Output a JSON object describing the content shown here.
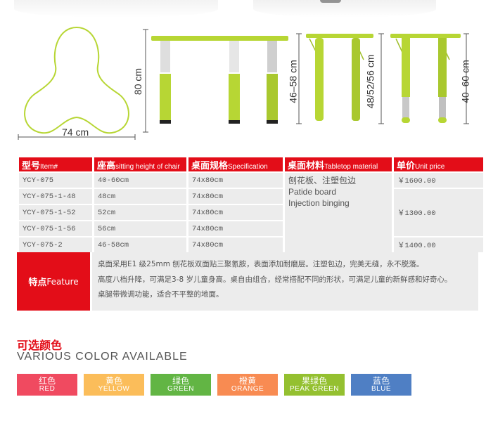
{
  "diagram": {
    "top_view_width": "74 cm",
    "front_view_height": "80 cm",
    "adjustable_height": "46–58 cm",
    "fixed_height": "48/52/56 cm",
    "chrome_leg_height": "40–60 cm",
    "table_color": "#b7d634"
  },
  "table": {
    "headers": [
      {
        "cn": "型号",
        "en": "Item#"
      },
      {
        "cn": "座高",
        "en": "sitting height of chair"
      },
      {
        "cn": "桌面规格",
        "en": "Specification"
      },
      {
        "cn": "桌面材料",
        "en": "Tabletop material"
      },
      {
        "cn": "单价",
        "en": "Unit price"
      }
    ],
    "rows": [
      {
        "item": "YCY-075",
        "height": "40-60cm",
        "spec": "74x80cm"
      },
      {
        "item": "YCY-075-1-48",
        "height": "48cm",
        "spec": "74x80cm"
      },
      {
        "item": "YCY-075-1-52",
        "height": "52cm",
        "spec": "74x80cm"
      },
      {
        "item": "YCY-075-1-56",
        "height": "56cm",
        "spec": "74x80cm"
      },
      {
        "item": "YCY-075-2",
        "height": "46-58cm",
        "spec": "74x80cm"
      }
    ],
    "material": {
      "cn": "刨花板、注塑包边",
      "en1": "Patide board",
      "en2": "Injection binging"
    },
    "prices": [
      "￥1600.00",
      "￥1300.00",
      "￥1400.00"
    ]
  },
  "feature": {
    "label_cn": "特点",
    "label_en": "Feature",
    "lines": [
      "桌面采用E1 级25mm 刨花板双面贴三聚氰胺，表面添加耐磨层。注塑包边，完美无缝，永不脱落。",
      "高度八档升降，可满足3-8 岁儿童身高。桌自由组合，经常搭配不同的形状，可满足儿童的新鲜感和好奇心。",
      "桌腿带微调功能，适合不平整的地面。"
    ]
  },
  "colors": {
    "title_cn": "可选颜色",
    "title_en": "VARIOUS COLOR AVAILABLE",
    "items": [
      {
        "cn": "红色",
        "en": "RED",
        "hex": "#f04a60"
      },
      {
        "cn": "黄色",
        "en": "YELLOW",
        "hex": "#fbbd5a"
      },
      {
        "cn": "绿色",
        "en": "GREEN",
        "hex": "#62b544"
      },
      {
        "cn": "橙黄",
        "en": "ORANGE",
        "hex": "#f88b52"
      },
      {
        "cn": "果绿色",
        "en": "PEAK GREEN",
        "hex": "#94c030"
      },
      {
        "cn": "蓝色",
        "en": "BLUE",
        "hex": "#4f7fc4"
      }
    ]
  }
}
